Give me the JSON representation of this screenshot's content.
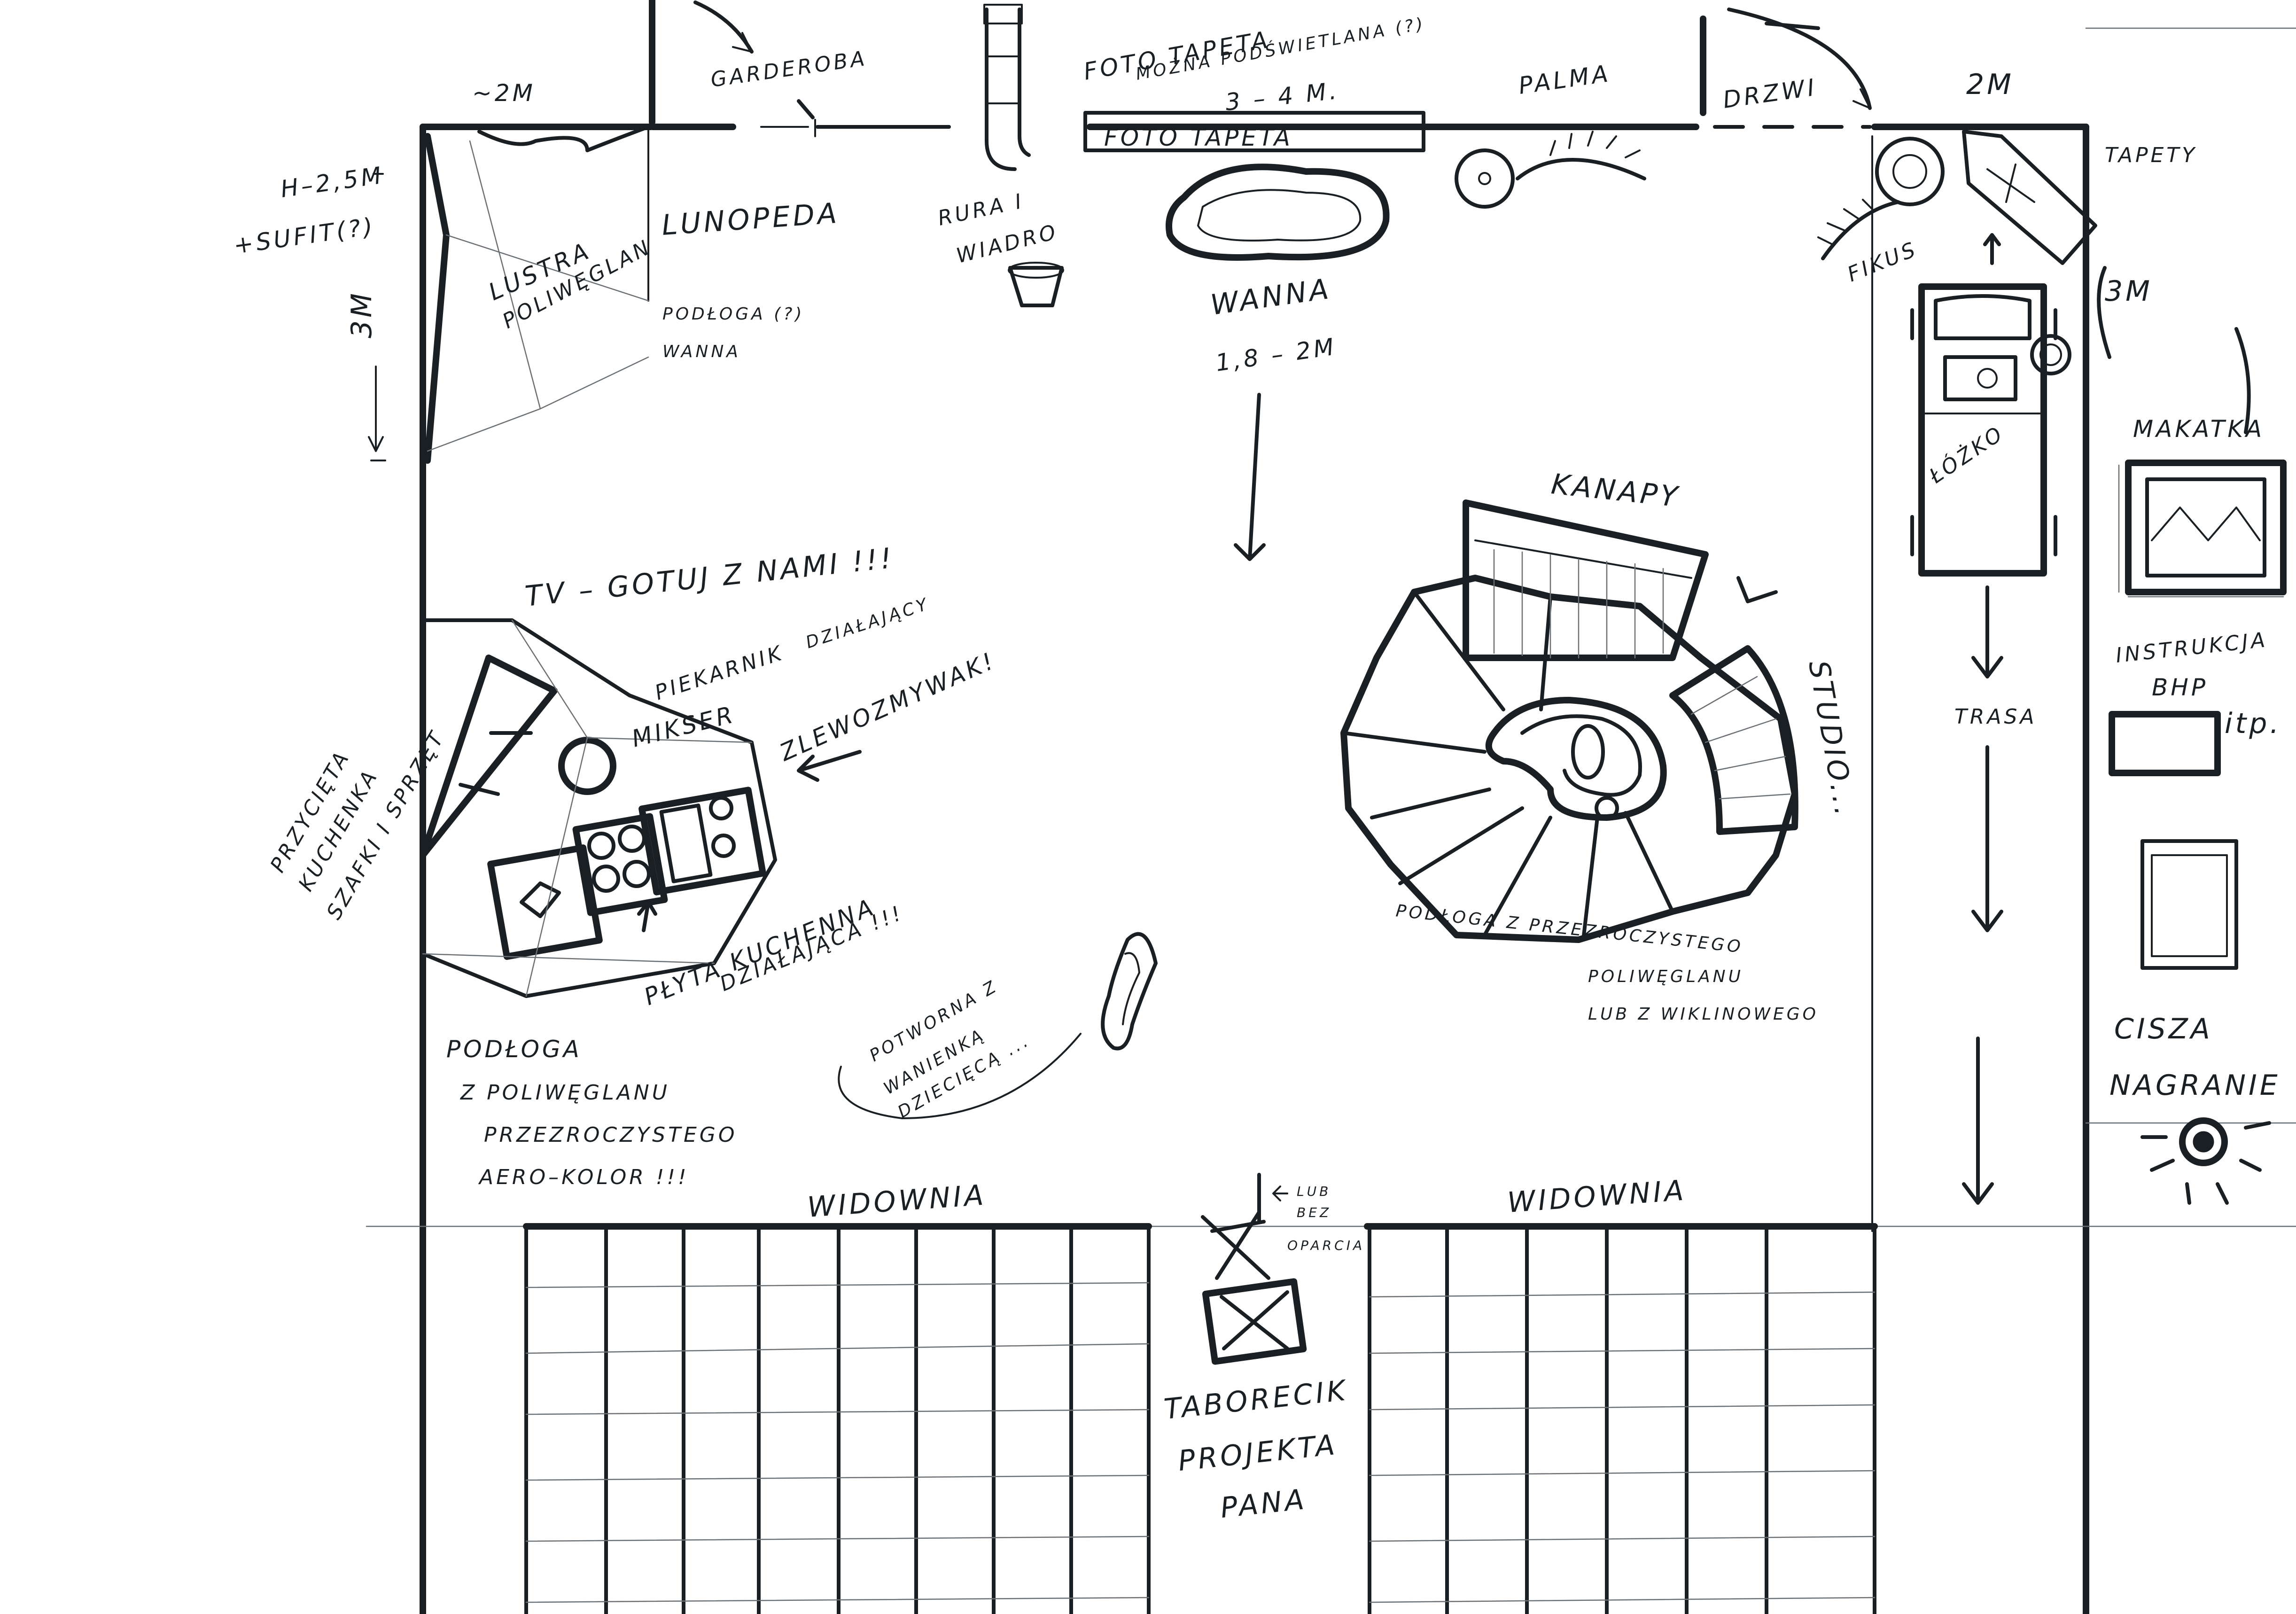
{
  "labels": {
    "wall_top_left": "~2M",
    "gardeloba": "GARDEROBA",
    "foto_tapeta_top": "FOTO TAPETA",
    "mozna_podswietlana": "MOŻNA PODŚWIETLANA (?)",
    "foto_size": "3 – 4 M.",
    "foto_tapeta_bar": "FOTO TAPETA",
    "palma": "PALMA",
    "drzwi": "DRZWI",
    "corner_2m": "2M",
    "tapety": "TAPETY",
    "h25": "H–2,5M",
    "sufit": "+SUFIT(?)",
    "dim_3m_left": "3M",
    "lustra": "LUSTRA",
    "poliwegl": "POLIWĘGLAN",
    "lunopeda": "LUNOPEDA",
    "podloga_q": "PODŁOGA (?)",
    "wanna_floor": "WANNA",
    "rura": "RURA I",
    "wiadro": "WIADRO",
    "wanna": "WANNA",
    "wanna_size": "1,8 – 2M",
    "fikus": "FIKUS",
    "dim_3m_right": "3M",
    "tv": "TV – GOTUJ Z NAMI !!!",
    "piekarnik": "PIEKARNIK",
    "dzialajacy": "DZIAŁAJĄCY",
    "mikser": "MIKSER",
    "zlewozmywak": "ZLEWOZMYWAK!",
    "przycieta1": "PRZYCIĘTA",
    "przycieta2": "KUCHENKA",
    "przycieta3": "SZAFKI I SPRZĘT",
    "plyta1": "PŁYTA KUCHENNA",
    "plyta2": "DZIAŁAJĄCA !!!",
    "potworna1": "POTWORNA Z",
    "potworna2": "WANIENKĄ",
    "potworna3": "DZIECIĘCĄ ...",
    "podloga1": "PODŁOGA",
    "podloga2": "Z POLIWĘGLANU",
    "podloga3": "PRZEZROCZYSTEGO",
    "podloga4": "AERO–KOLOR !!!",
    "kanapy": "KANAPY",
    "studio": "STUDIO...",
    "podloga_studio1": "PODŁOGA Z PRZEZROCZYSTEGO",
    "podloga_studio2": "POLIWĘGLANU",
    "podloga_studio3": "LUB Z WIKLINOWEGO",
    "lozko": "ŁÓŻKO",
    "makatka": "MAKATKA",
    "trasa": "TRASA",
    "instrukcja1": "INSTRUKCJA",
    "instrukcja2": "BHP",
    "itp": "itp.",
    "cisza1": "CISZA",
    "cisza2": "NAGRANIE",
    "widownia_left": "WIDOWNIA",
    "widownia_right": "WIDOWNIA",
    "lub": "LUB",
    "bez": "BEZ",
    "oparcia": "OPARCIA",
    "taborecik1": "TABORECIK",
    "taborecik2": "PROJEKTA",
    "taborecik3": "PANA"
  }
}
